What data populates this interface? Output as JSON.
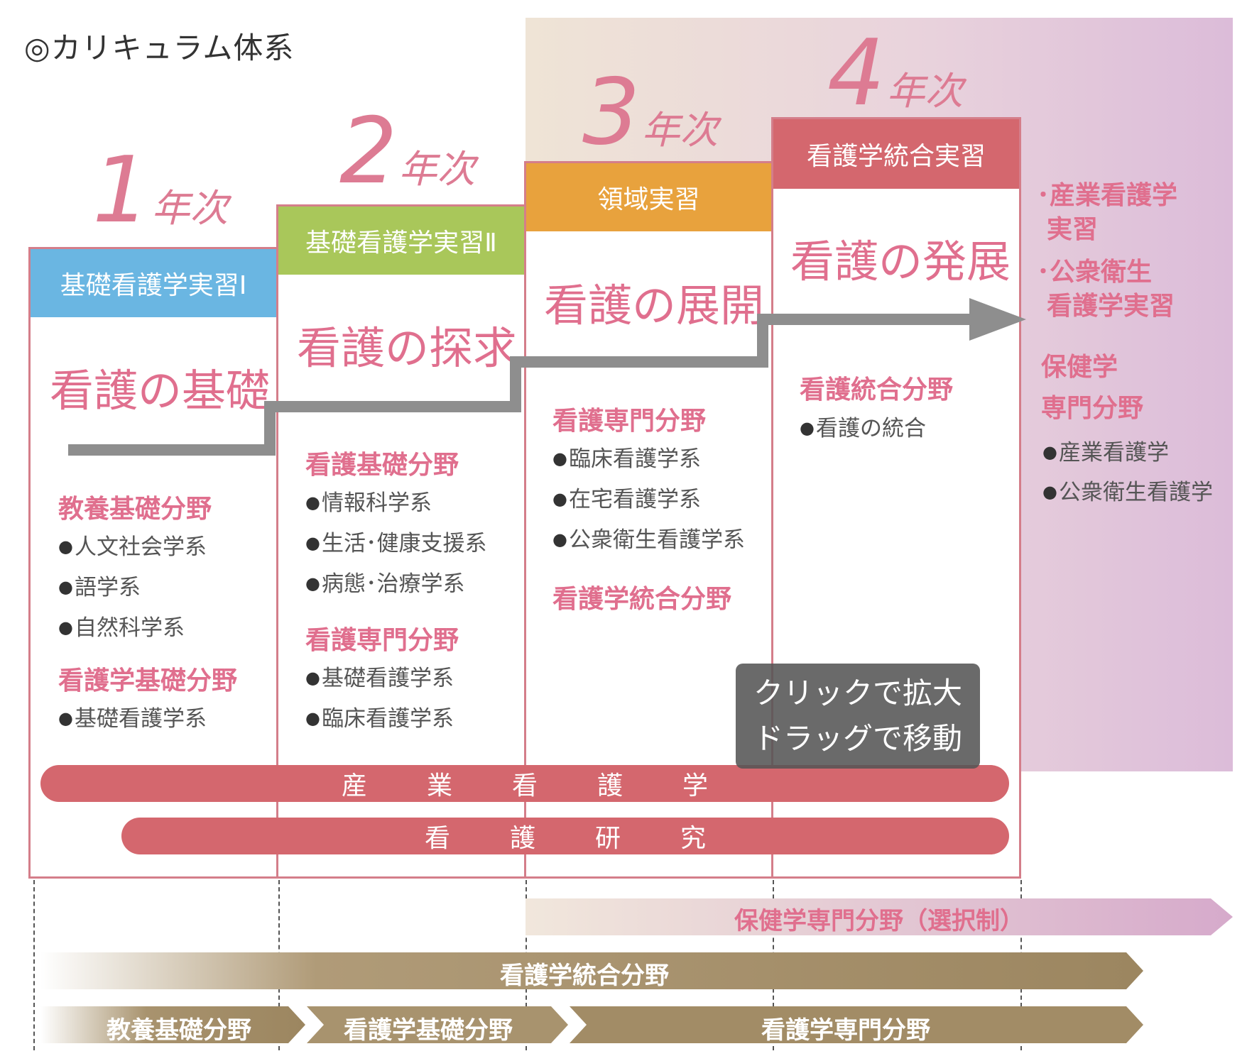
{
  "title": "◎カリキュラム体系",
  "years": [
    {
      "num": "1",
      "suffix": "年次",
      "practicum": "基礎看護学実習Ⅰ",
      "theme": "看護の基礎",
      "color": "#6ab6e2",
      "groups": [
        {
          "category": "教養基礎分野",
          "items": [
            "人文社会学系",
            "語学系",
            "自然科学系"
          ]
        },
        {
          "category": "看護学基礎分野",
          "items": [
            "基礎看護学系"
          ]
        }
      ]
    },
    {
      "num": "2",
      "suffix": "年次",
      "practicum": "基礎看護学実習Ⅱ",
      "theme": "看護の探求",
      "color": "#a9c75a",
      "groups": [
        {
          "category": "看護基礎分野",
          "items": [
            "情報科学系",
            "生活･健康支援系",
            "病態･治療学系"
          ]
        },
        {
          "category": "看護専門分野",
          "items": [
            "基礎看護学系",
            "臨床看護学系"
          ]
        }
      ]
    },
    {
      "num": "3",
      "suffix": "年次",
      "practicum": "領域実習",
      "theme": "看護の展開",
      "color": "#e8a23d",
      "groups": [
        {
          "category": "看護専門分野",
          "items": [
            "臨床看護学系",
            "在宅看護学系",
            "公衆衛生看護学系"
          ]
        },
        {
          "category": "看護学統合分野",
          "items": []
        }
      ]
    },
    {
      "num": "4",
      "suffix": "年次",
      "practicum": "看護学統合実習",
      "theme": "看護の発展",
      "color": "#d4676e",
      "groups": [
        {
          "category": "看護統合分野",
          "items": [
            "看護の統合"
          ]
        }
      ]
    }
  ],
  "right_notes": {
    "practicum1": "･産業看護学",
    "practicum1b": "実習",
    "practicum2": "･公衆衛生",
    "practicum2b": "看護学実習",
    "field1": "保健学",
    "field2": "専門分野",
    "items": [
      "産業看護学",
      "公衆衛生看護学"
    ]
  },
  "bars": [
    "産　業　看　護　学",
    "看　護　研　究"
  ],
  "bottom_arrows": {
    "elective": "保健学専門分野（選択制）",
    "integrated": "看護学統合分野",
    "stage1": "教養基礎分野",
    "stage2": "看護学基礎分野",
    "stage3": "看護学専門分野"
  },
  "overlay": {
    "line1": "クリックで拡大",
    "line2": "ドラッグで移動"
  }
}
